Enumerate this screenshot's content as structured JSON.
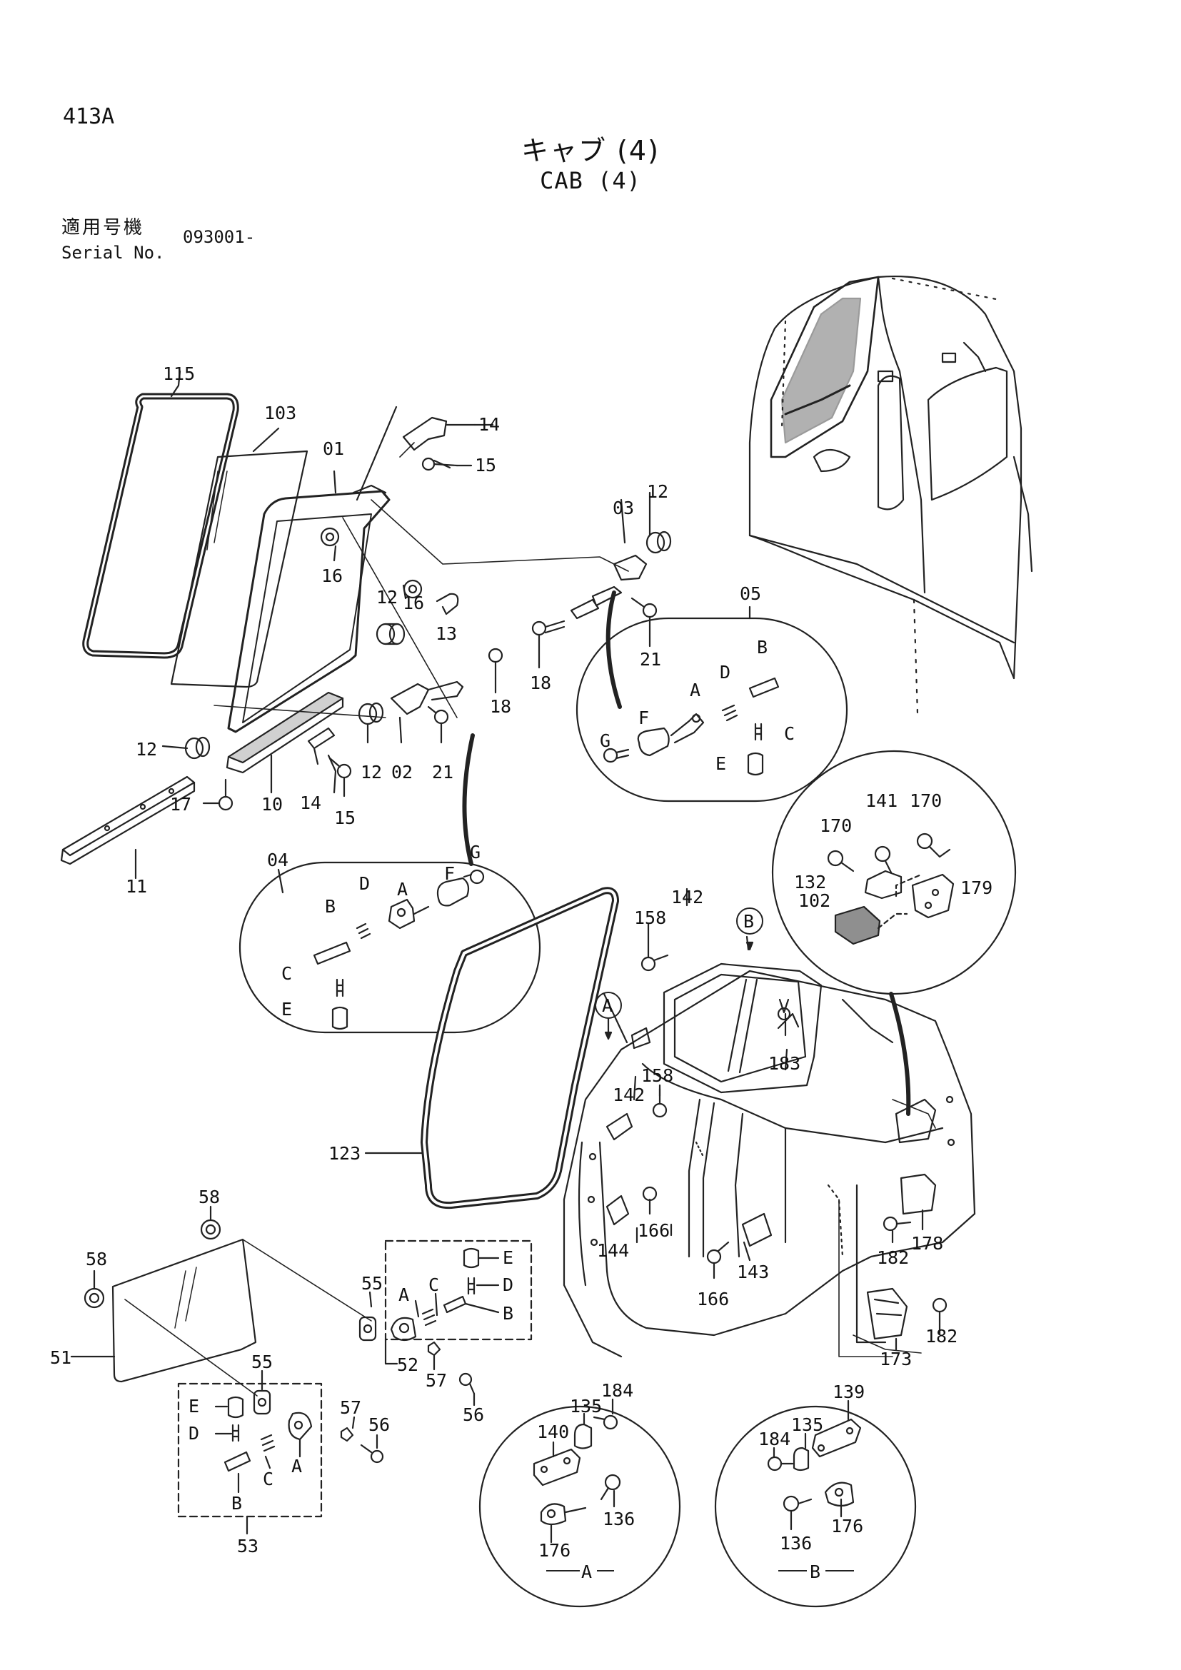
{
  "page": {
    "number": "413A",
    "title_jp": "キャブ (4)",
    "title_en": "CAB (4)",
    "serial_label_jp": "適用号機",
    "serial_label_en": "Serial No.",
    "serial_value": "093001-"
  },
  "callouts": [
    {
      "id": "c115",
      "text": "115"
    },
    {
      "id": "c103",
      "text": "103"
    },
    {
      "id": "c01",
      "text": "01"
    },
    {
      "id": "c14a",
      "text": "14"
    },
    {
      "id": "c15a",
      "text": "15"
    },
    {
      "id": "c16a",
      "text": "16"
    },
    {
      "id": "c16b",
      "text": "16"
    },
    {
      "id": "c12a",
      "text": "12"
    },
    {
      "id": "c13",
      "text": "13"
    },
    {
      "id": "c03",
      "text": "03"
    },
    {
      "id": "c12b",
      "text": "12"
    },
    {
      "id": "c05",
      "text": "05"
    },
    {
      "id": "c18a",
      "text": "18"
    },
    {
      "id": "c21a",
      "text": "21"
    },
    {
      "id": "c18b",
      "text": "18"
    },
    {
      "id": "c12c",
      "text": "12"
    },
    {
      "id": "c12d",
      "text": "12"
    },
    {
      "id": "c02",
      "text": "02"
    },
    {
      "id": "c21b",
      "text": "21"
    },
    {
      "id": "c10",
      "text": "10"
    },
    {
      "id": "c14b",
      "text": "14"
    },
    {
      "id": "c15b",
      "text": "15"
    },
    {
      "id": "c17",
      "text": "17"
    },
    {
      "id": "c11",
      "text": "11"
    },
    {
      "id": "c04",
      "text": "04"
    },
    {
      "id": "c05A",
      "text": "A"
    },
    {
      "id": "c05B",
      "text": "B"
    },
    {
      "id": "c05C",
      "text": "C"
    },
    {
      "id": "c05D",
      "text": "D"
    },
    {
      "id": "c05E",
      "text": "E"
    },
    {
      "id": "c05F",
      "text": "F"
    },
    {
      "id": "c05G",
      "text": "G"
    },
    {
      "id": "c04A",
      "text": "A"
    },
    {
      "id": "c04B",
      "text": "B"
    },
    {
      "id": "c04C",
      "text": "C"
    },
    {
      "id": "c04D",
      "text": "D"
    },
    {
      "id": "c04E",
      "text": "E"
    },
    {
      "id": "c04F",
      "text": "F"
    },
    {
      "id": "c04G",
      "text": "G"
    },
    {
      "id": "c141",
      "text": "141"
    },
    {
      "id": "c170a",
      "text": "170"
    },
    {
      "id": "c170b",
      "text": "170"
    },
    {
      "id": "c132",
      "text": "132"
    },
    {
      "id": "c179",
      "text": "179"
    },
    {
      "id": "c102",
      "text": "102"
    },
    {
      "id": "c142a",
      "text": "142"
    },
    {
      "id": "c158a",
      "text": "158"
    },
    {
      "id": "c183",
      "text": "183"
    },
    {
      "id": "c158b",
      "text": "158"
    },
    {
      "id": "c142b",
      "text": "142"
    },
    {
      "id": "c123",
      "text": "123"
    },
    {
      "id": "c144",
      "text": "144"
    },
    {
      "id": "c166a",
      "text": "166"
    },
    {
      "id": "c143",
      "text": "143"
    },
    {
      "id": "c166b",
      "text": "166"
    },
    {
      "id": "c182a",
      "text": "182"
    },
    {
      "id": "c178",
      "text": "178"
    },
    {
      "id": "c182b",
      "text": "182"
    },
    {
      "id": "c173",
      "text": "173"
    },
    {
      "id": "c58a",
      "text": "58"
    },
    {
      "id": "c58b",
      "text": "58"
    },
    {
      "id": "c51",
      "text": "51"
    },
    {
      "id": "c55a",
      "text": "55"
    },
    {
      "id": "c55b",
      "text": "55"
    },
    {
      "id": "c52",
      "text": "52"
    },
    {
      "id": "c57a",
      "text": "57"
    },
    {
      "id": "c56a",
      "text": "56"
    },
    {
      "id": "c57b",
      "text": "57"
    },
    {
      "id": "c56b",
      "text": "56"
    },
    {
      "id": "c53",
      "text": "53"
    },
    {
      "id": "k52A",
      "text": "A"
    },
    {
      "id": "k52B",
      "text": "B"
    },
    {
      "id": "k52C",
      "text": "C"
    },
    {
      "id": "k52D",
      "text": "D"
    },
    {
      "id": "k52E",
      "text": "E"
    },
    {
      "id": "k53A",
      "text": "A"
    },
    {
      "id": "k53B",
      "text": "B"
    },
    {
      "id": "k53C",
      "text": "C"
    },
    {
      "id": "k53D",
      "text": "D"
    },
    {
      "id": "k53E",
      "text": "E"
    },
    {
      "id": "dA140",
      "text": "140"
    },
    {
      "id": "dA135",
      "text": "135"
    },
    {
      "id": "dA184",
      "text": "184"
    },
    {
      "id": "dA136",
      "text": "136"
    },
    {
      "id": "dA176",
      "text": "176"
    },
    {
      "id": "dB139",
      "text": "139"
    },
    {
      "id": "dB135",
      "text": "135"
    },
    {
      "id": "dB184",
      "text": "184"
    },
    {
      "id": "dB136",
      "text": "136"
    },
    {
      "id": "dB176",
      "text": "176"
    }
  ],
  "view_markers": [
    {
      "id": "markerA",
      "text": "A"
    },
    {
      "id": "markerB",
      "text": "B"
    }
  ],
  "detail_labels": [
    {
      "id": "detailA",
      "text": "A"
    },
    {
      "id": "detailB",
      "text": "B"
    }
  ]
}
